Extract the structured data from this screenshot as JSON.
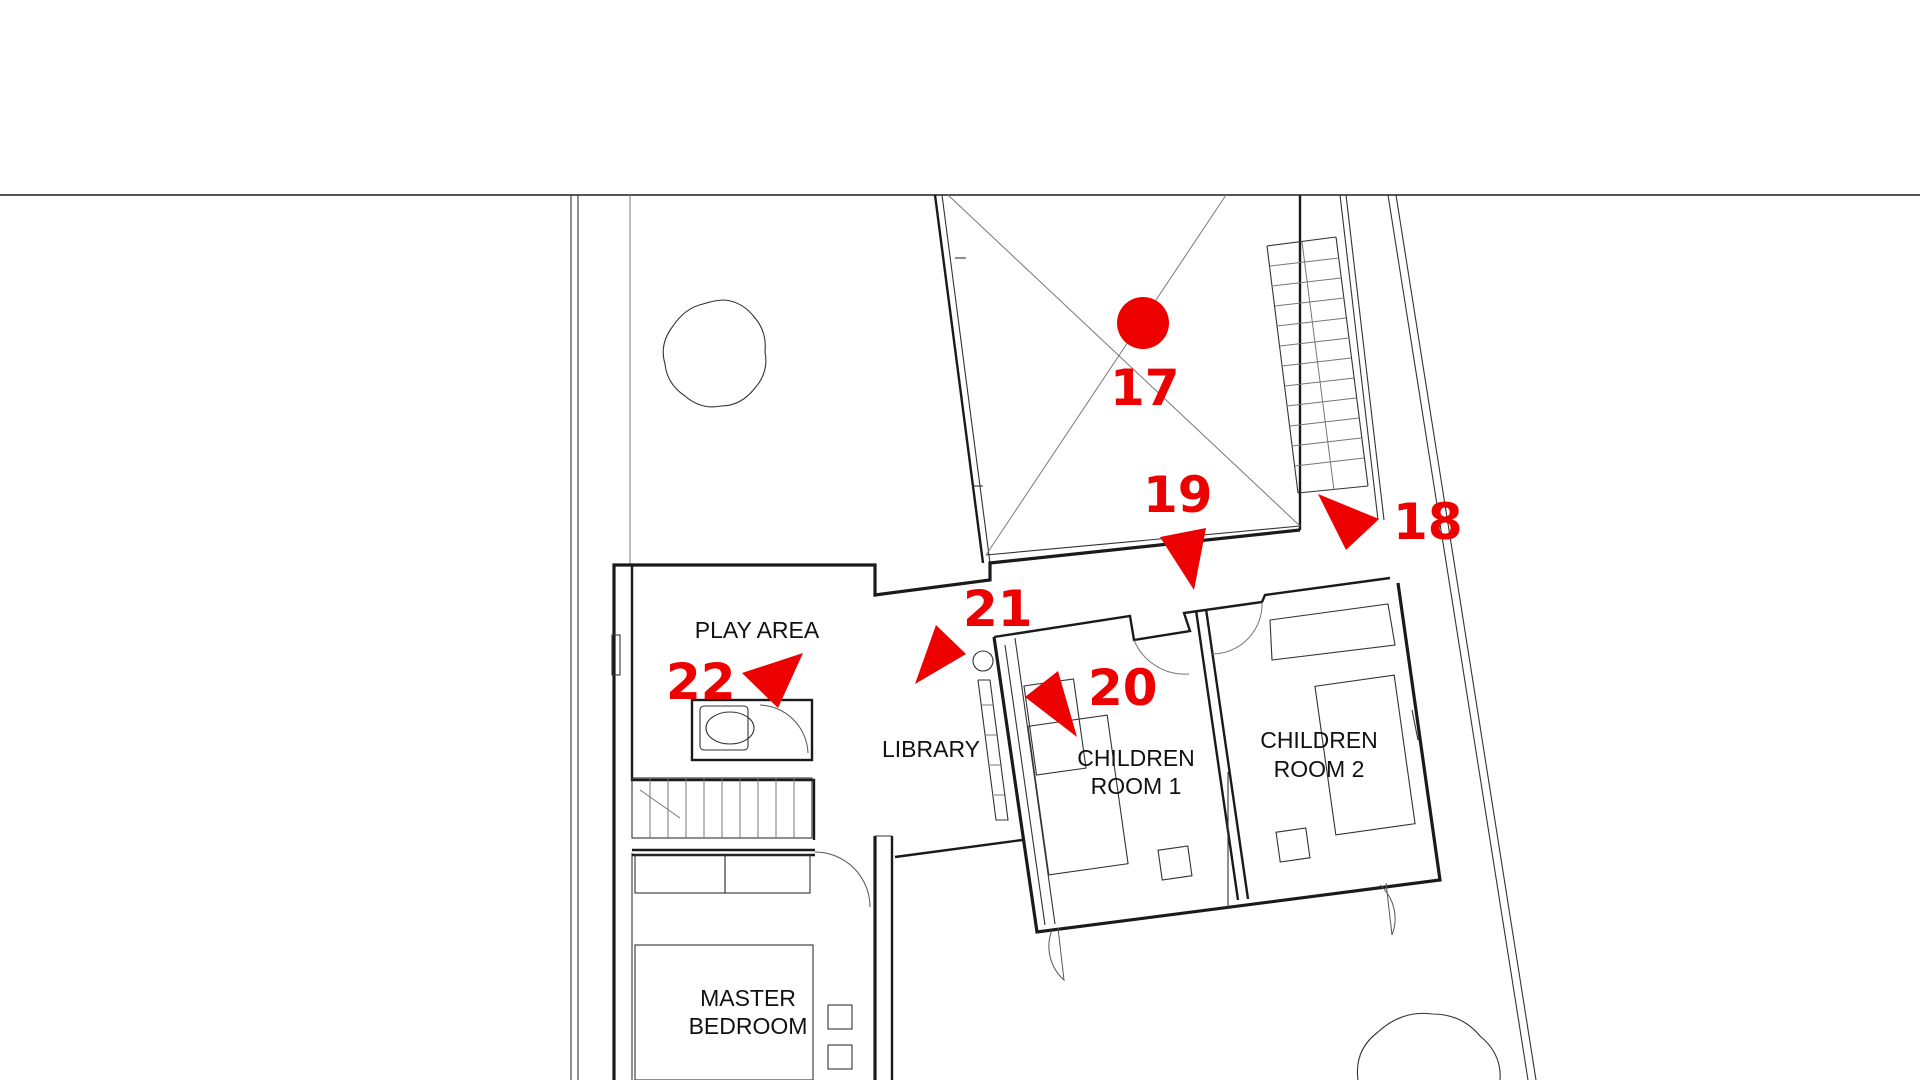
{
  "rooms": {
    "play_area": "PLAY AREA",
    "library": "LIBRARY",
    "children_room_1": [
      "CHILDREN",
      "ROOM 1"
    ],
    "children_room_2": [
      "CHILDREN",
      "ROOM 2"
    ],
    "master_bedroom": [
      "MASTER",
      "BEDROOM"
    ]
  },
  "markers": [
    {
      "id": "17",
      "type": "point"
    },
    {
      "id": "18",
      "type": "view-arrow"
    },
    {
      "id": "19",
      "type": "view-arrow"
    },
    {
      "id": "20",
      "type": "view-arrow"
    },
    {
      "id": "21",
      "type": "view-arrow"
    },
    {
      "id": "22",
      "type": "view-arrow"
    }
  ],
  "colors": {
    "marker": "#ee0000",
    "linework": "#1a1a1a",
    "background": "#ffffff"
  }
}
